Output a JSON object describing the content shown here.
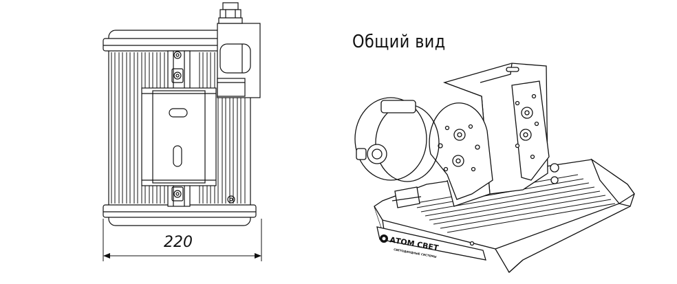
{
  "title": "Общий вид",
  "dimension": {
    "width_label": "220"
  },
  "brand": {
    "name": "АТОМ СВЕТ",
    "tagline": "СВЕТОДИОДНЫЕ СИСТЕМЫ"
  }
}
